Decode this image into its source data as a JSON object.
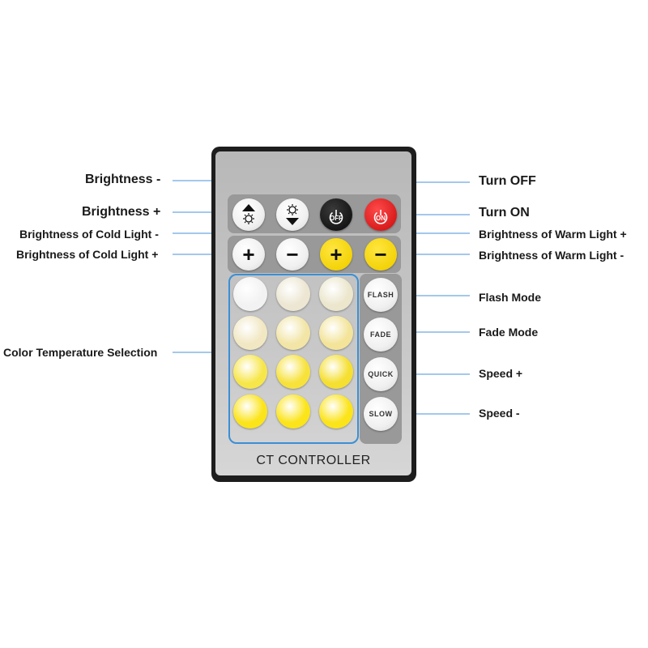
{
  "labels": {
    "brightness_minus": "Brightness -",
    "brightness_plus": "Brightness +",
    "cold_minus": "Brightness of Cold Light -",
    "cold_plus": "Brightness of Cold Light +",
    "color_temp": "Color Temperature Selection",
    "turn_off": "Turn OFF",
    "turn_on": "Turn ON",
    "warm_plus": "Brightness of Warm Light +",
    "warm_minus": "Brightness of Warm Light -",
    "flash_mode": "Flash Mode",
    "fade_mode": "Fade Mode",
    "speed_plus": "Speed +",
    "speed_minus": "Speed -"
  },
  "remote": {
    "off_label": "OFF",
    "on_label": "ON",
    "plus_symbol": "+",
    "minus_symbol": "−",
    "flash": "FLASH",
    "fade": "FADE",
    "quick": "QUICK",
    "slow": "SLOW",
    "brand": "CT CONTROLLER"
  },
  "colors": {
    "leader_line": "#4a90d9",
    "power_red": "#d41616",
    "warm_yellow": "#f2d000",
    "ct_swatches": [
      "#f2f2f2",
      "#ece6d2",
      "#ebe6cc",
      "#f1e7c2",
      "#f2e5a6",
      "#f3e49a",
      "#f7e64a",
      "#f7e23c",
      "#f5df30",
      "#fbe41a",
      "#fbe41a",
      "#fbe41a"
    ]
  }
}
